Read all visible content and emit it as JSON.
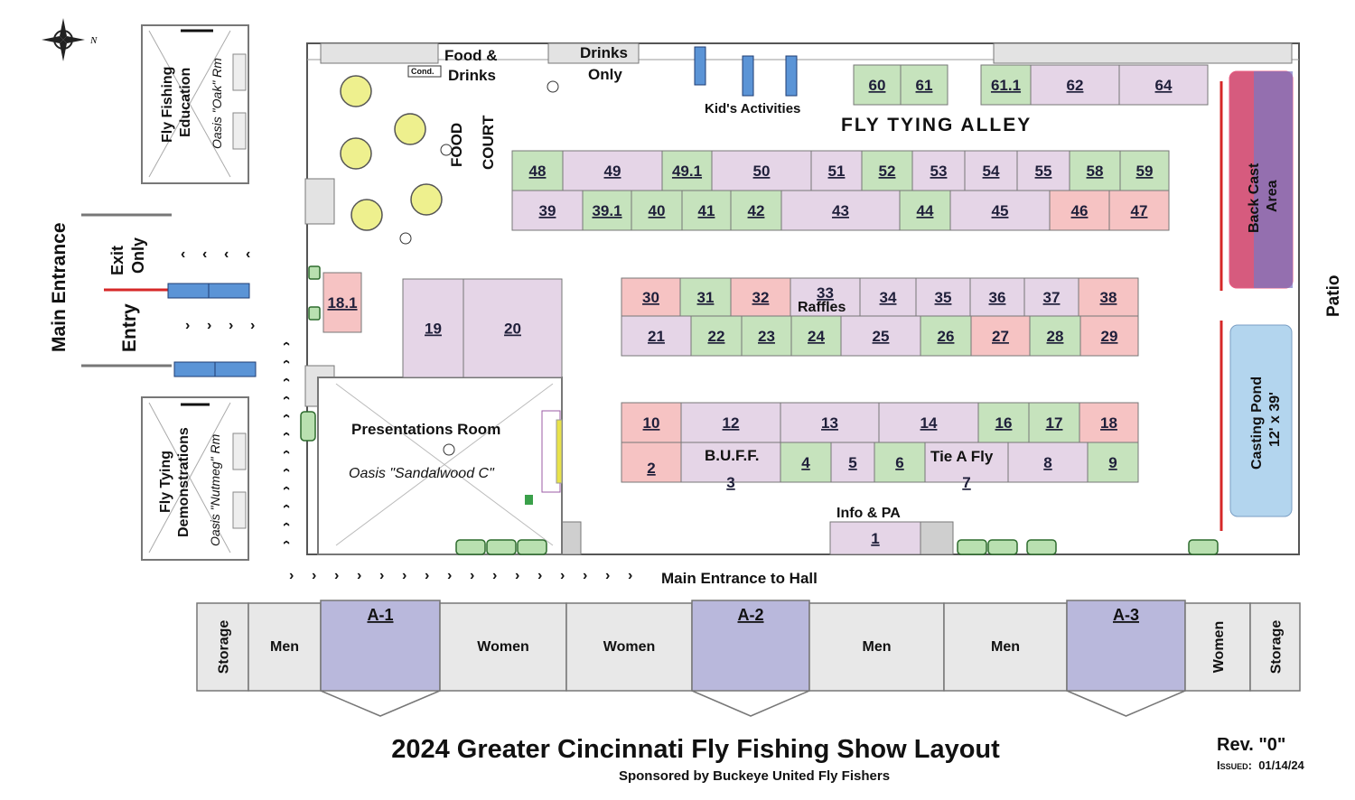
{
  "title": "2024 Greater Cincinnati Fly Fishing Show Layout",
  "subtitle": "Sponsored by Buckeye United Fly Fishers",
  "revision": "Rev. \"0\"",
  "issued_label": "Issued:",
  "issued_date": "01/14/24",
  "compass_letter": "N",
  "colors": {
    "green": "#c6e3bd",
    "pink": "#e5d5e7",
    "red": "#f6c3c3",
    "ballroom": "#b9b8dc",
    "restroom": "#e8e8e8",
    "table": "#eef08e",
    "water": "#b3d5ee"
  },
  "labels": {
    "food_drinks_1": "Food &",
    "food_drinks_2": "Drinks",
    "cond": "Cond.",
    "drinks_only_1": "Drinks",
    "drinks_only_2": "Only",
    "kids_activities": "Kid's Activities",
    "fly_tying_alley": "FLY TYING ALLEY",
    "food_court_1": "FOOD",
    "food_court_2": "COURT",
    "back_cast_1": "Back Cast",
    "back_cast_2": "Area",
    "patio": "Patio",
    "casting_pond_1": "Casting Pond",
    "casting_pond_2": "12' x 39'",
    "main_entrance": "Main Entrance",
    "exit_only_1": "Exit",
    "exit_only_2": "Only",
    "entry": "Entry",
    "fly_fishing_education_1": "Fly Fishing",
    "fly_fishing_education_2": "Education",
    "oak_room": "Oasis \"Oak\" Rm",
    "fly_tying_demos_1": "Fly Tying",
    "fly_tying_demos_2": "Demonstrations",
    "nutmeg_room": "Oasis \"Nutmeg\" Rm",
    "presentations_room": "Presentations Room",
    "sandalwood": "Oasis \"Sandalwood C\"",
    "raffles": "Raffles",
    "buff": "B.U.F.F.",
    "tie_a_fly": "Tie A Fly",
    "info_pa": "Info & PA",
    "main_entrance_hall": "Main Entrance to Hall"
  },
  "booths": [
    {
      "id": "60",
      "color": "green"
    },
    {
      "id": "61",
      "color": "green"
    },
    {
      "id": "61.1",
      "color": "green"
    },
    {
      "id": "62",
      "color": "pink"
    },
    {
      "id": "64",
      "color": "pink"
    },
    {
      "id": "48",
      "color": "green"
    },
    {
      "id": "49",
      "color": "pink"
    },
    {
      "id": "49.1",
      "color": "green"
    },
    {
      "id": "50",
      "color": "pink"
    },
    {
      "id": "51",
      "color": "pink"
    },
    {
      "id": "52",
      "color": "green"
    },
    {
      "id": "53",
      "color": "pink"
    },
    {
      "id": "54",
      "color": "pink"
    },
    {
      "id": "55",
      "color": "pink"
    },
    {
      "id": "58",
      "color": "green"
    },
    {
      "id": "59",
      "color": "green"
    },
    {
      "id": "39",
      "color": "pink"
    },
    {
      "id": "39.1",
      "color": "green"
    },
    {
      "id": "40",
      "color": "green"
    },
    {
      "id": "41",
      "color": "green"
    },
    {
      "id": "42",
      "color": "green"
    },
    {
      "id": "43",
      "color": "pink"
    },
    {
      "id": "44",
      "color": "green"
    },
    {
      "id": "45",
      "color": "pink"
    },
    {
      "id": "46",
      "color": "red"
    },
    {
      "id": "47",
      "color": "red"
    },
    {
      "id": "18.1",
      "color": "red"
    },
    {
      "id": "19",
      "color": "pink"
    },
    {
      "id": "20",
      "color": "pink"
    },
    {
      "id": "30",
      "color": "red"
    },
    {
      "id": "31",
      "color": "green"
    },
    {
      "id": "32",
      "color": "red"
    },
    {
      "id": "33",
      "color": "pink"
    },
    {
      "id": "34",
      "color": "pink"
    },
    {
      "id": "35",
      "color": "pink"
    },
    {
      "id": "36",
      "color": "pink"
    },
    {
      "id": "37",
      "color": "pink"
    },
    {
      "id": "38",
      "color": "red"
    },
    {
      "id": "21",
      "color": "pink"
    },
    {
      "id": "22",
      "color": "green"
    },
    {
      "id": "23",
      "color": "green"
    },
    {
      "id": "24",
      "color": "green"
    },
    {
      "id": "25",
      "color": "pink"
    },
    {
      "id": "26",
      "color": "green"
    },
    {
      "id": "27",
      "color": "red"
    },
    {
      "id": "28",
      "color": "green"
    },
    {
      "id": "29",
      "color": "red"
    },
    {
      "id": "10",
      "color": "red"
    },
    {
      "id": "12",
      "color": "pink"
    },
    {
      "id": "13",
      "color": "pink"
    },
    {
      "id": "14",
      "color": "pink"
    },
    {
      "id": "16",
      "color": "green"
    },
    {
      "id": "17",
      "color": "green"
    },
    {
      "id": "18",
      "color": "red"
    },
    {
      "id": "2",
      "color": "red"
    },
    {
      "id": "3",
      "color": "pink"
    },
    {
      "id": "4",
      "color": "green"
    },
    {
      "id": "5",
      "color": "pink"
    },
    {
      "id": "6",
      "color": "green"
    },
    {
      "id": "7",
      "color": "pink"
    },
    {
      "id": "8",
      "color": "pink"
    },
    {
      "id": "9",
      "color": "green"
    },
    {
      "id": "1",
      "color": "pink"
    }
  ],
  "bottom_rooms": [
    {
      "label": "Storage",
      "kind": "restroom"
    },
    {
      "label": "Men",
      "kind": "restroom"
    },
    {
      "label": "A-1",
      "kind": "ballroom"
    },
    {
      "label": "Women",
      "kind": "restroom"
    },
    {
      "label": "Women",
      "kind": "restroom"
    },
    {
      "label": "A-2",
      "kind": "ballroom"
    },
    {
      "label": "Men",
      "kind": "restroom"
    },
    {
      "label": "Men",
      "kind": "restroom"
    },
    {
      "label": "A-3",
      "kind": "ballroom"
    },
    {
      "label": "Women",
      "kind": "restroom"
    },
    {
      "label": "Storage",
      "kind": "restroom"
    }
  ]
}
